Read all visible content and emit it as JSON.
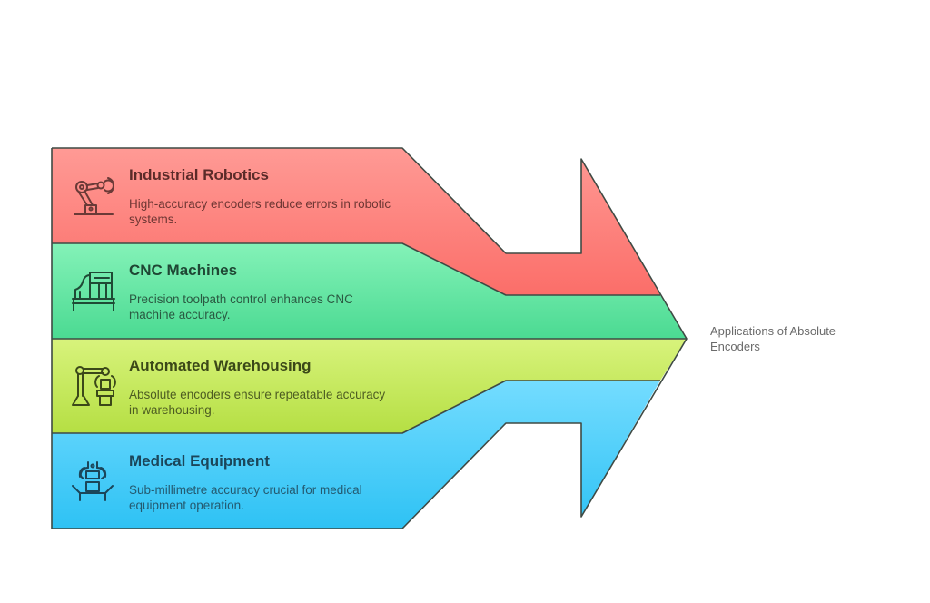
{
  "diagram": {
    "summary_label": "Applications of Absolute Encoders",
    "bands": [
      {
        "title": "Industrial Robotics",
        "description": "High-accuracy encoders reduce errors in robotic systems.",
        "icon": "robotic-arm-icon",
        "color_top": "#ff9a95",
        "color_bottom": "#fb6e69",
        "text_color": "#5b2b29",
        "desc_color": "#6e3633"
      },
      {
        "title": "CNC Machines",
        "description": "Precision toolpath control enhances CNC machine accuracy.",
        "icon": "cnc-machine-icon",
        "color_top": "#84f2b8",
        "color_bottom": "#4bda92",
        "text_color": "#1f4734",
        "desc_color": "#2a5a42"
      },
      {
        "title": "Automated Warehousing",
        "description": "Absolute encoders ensure repeatable accuracy in warehousing.",
        "icon": "warehouse-robot-icon",
        "color_top": "#d8f37c",
        "color_bottom": "#b5df43",
        "text_color": "#3b4818",
        "desc_color": "#4d5c22"
      },
      {
        "title": "Medical Equipment",
        "description": "Sub-millimetre accuracy crucial for medical equipment operation.",
        "icon": "surgical-robot-icon",
        "color_top": "#74dcff",
        "color_bottom": "#2ec2f4",
        "text_color": "#1b465a",
        "desc_color": "#245a70"
      }
    ],
    "outline_color": "#3f4a44"
  }
}
